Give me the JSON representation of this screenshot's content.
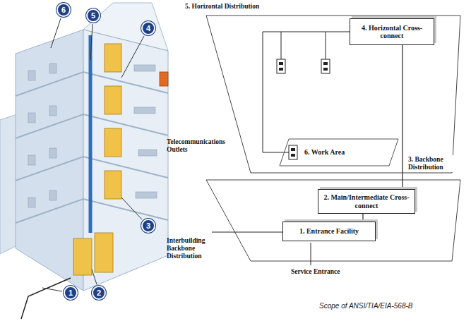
{
  "diagram": {
    "caption": "Scope of ANSI/TIA/EIA-568-B",
    "nodes": [
      {
        "text": [
          "6"
        ]
      },
      {
        "text": [
          "5"
        ]
      },
      {
        "text": [
          "4"
        ]
      },
      {
        "text": [
          "3"
        ]
      },
      {
        "text": [
          "1"
        ]
      },
      {
        "text": [
          "2"
        ]
      },
      {
        "text": [
          "4. Horizontal Cross-connect"
        ]
      },
      {
        "text": [
          "6. Work Area"
        ]
      },
      {
        "text": [
          "2. Main/Intermediate Cross-connect"
        ]
      },
      {
        "text": [
          "1. Entrance Facility"
        ]
      }
    ],
    "edges": [
      {
        "from": 6,
        "to": 8,
        "label": "3. Backbone Distribution",
        "arrow": "none"
      },
      {
        "from": 8,
        "to": 9,
        "arrow": "none"
      }
    ],
    "labels": [
      "5. Horizontal Distribution",
      "Telecommunications Outlets",
      "Interbuilding Backbone Distribution",
      "Service Entrance"
    ]
  }
}
